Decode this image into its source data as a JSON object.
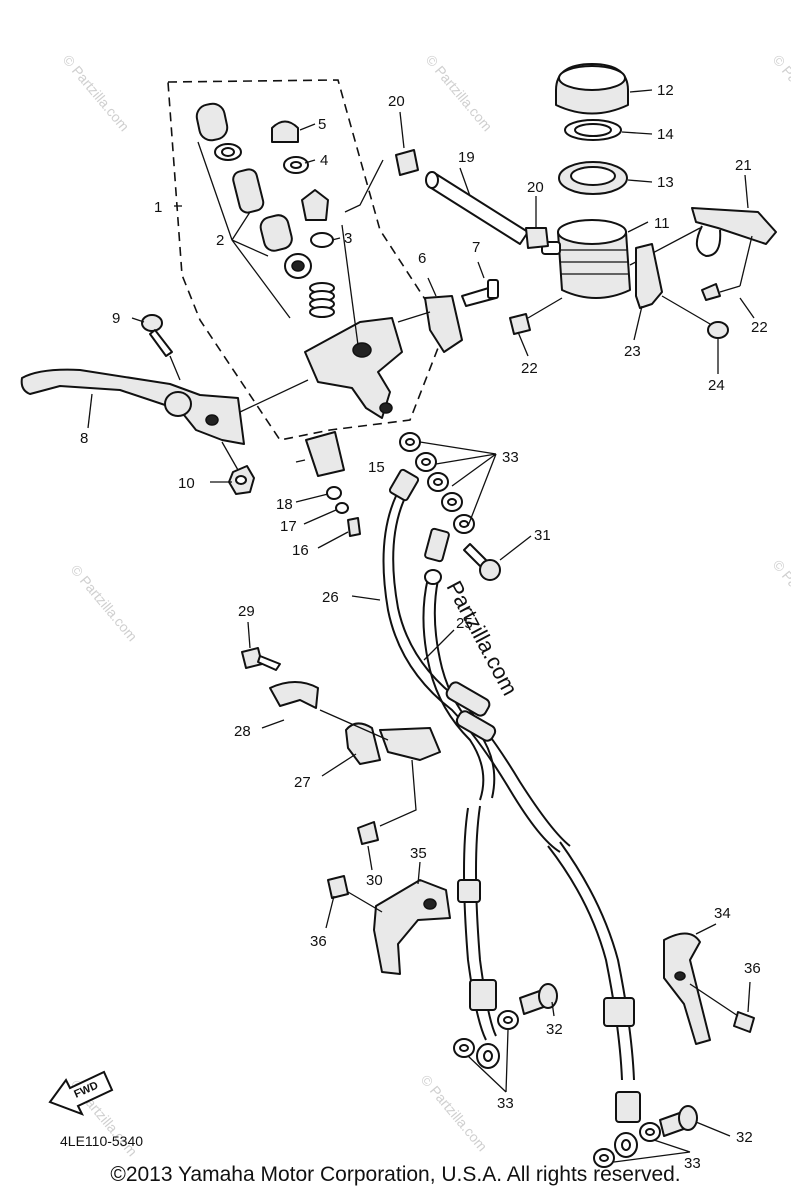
{
  "callouts": [
    {
      "label": "1"
    },
    {
      "label": "2"
    },
    {
      "label": "3"
    },
    {
      "label": "4"
    },
    {
      "label": "5"
    },
    {
      "label": "6"
    },
    {
      "label": "7"
    },
    {
      "label": "8"
    },
    {
      "label": "9"
    },
    {
      "label": "10"
    },
    {
      "label": "11"
    },
    {
      "label": "12"
    },
    {
      "label": "13"
    },
    {
      "label": "14"
    },
    {
      "label": "15"
    },
    {
      "label": "16"
    },
    {
      "label": "17"
    },
    {
      "label": "18"
    },
    {
      "label": "19"
    },
    {
      "label": "20"
    },
    {
      "label": "20"
    },
    {
      "label": "21"
    },
    {
      "label": "22"
    },
    {
      "label": "22"
    },
    {
      "label": "22"
    },
    {
      "label": "23"
    },
    {
      "label": "24"
    },
    {
      "label": "25"
    },
    {
      "label": "26"
    },
    {
      "label": "27"
    },
    {
      "label": "28"
    },
    {
      "label": "29"
    },
    {
      "label": "30"
    },
    {
      "label": "31"
    },
    {
      "label": "32"
    },
    {
      "label": "32"
    },
    {
      "label": "33"
    },
    {
      "label": "33"
    },
    {
      "label": "33"
    },
    {
      "label": "34"
    },
    {
      "label": "35"
    },
    {
      "label": "36"
    },
    {
      "label": "36"
    }
  ],
  "watermarks": [
    "© Partzilla.com",
    "© Partzilla.com",
    "© Partzilla.com",
    "© Partzilla.com",
    "© Partzilla.com",
    "© Partzilla.com",
    "© Partzilla.com"
  ],
  "center_watermark": "Partzilla.com",
  "fwd_label": "FWD",
  "diagram_code": "4LE110-5340",
  "copyright": "©2013  Yamaha Motor Corporation, U.S.A. All rights reserved."
}
